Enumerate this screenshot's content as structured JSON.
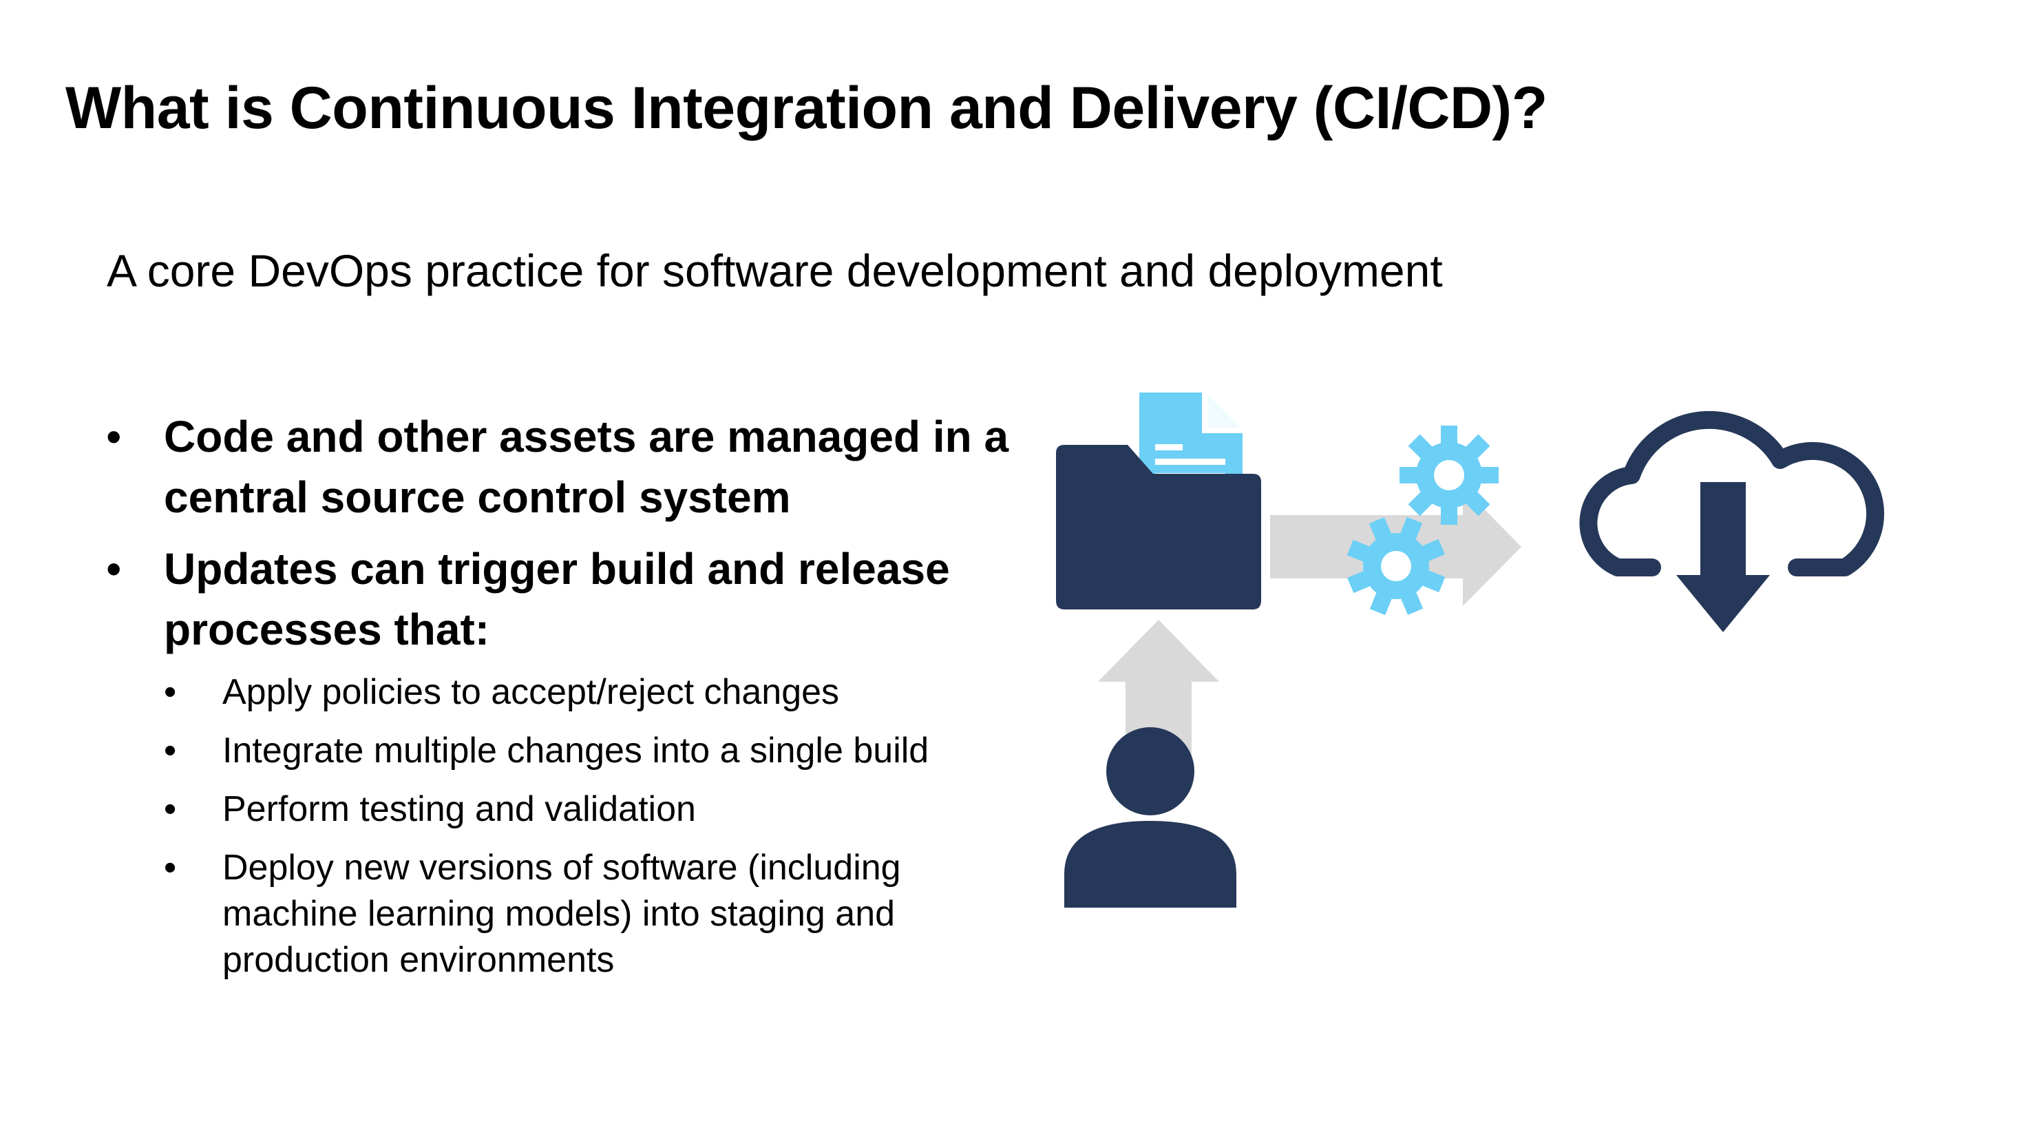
{
  "slide": {
    "title": "What is Continuous Integration and Delivery (CI/CD)?",
    "subtitle": "A core DevOps practice for software development and deployment",
    "bullets": [
      {
        "text": "Code and other assets are managed in a central source control system",
        "subbullets": []
      },
      {
        "text": "Updates can trigger build and release processes that:",
        "subbullets": [
          "Apply policies to accept/reject changes",
          "Integrate multiple changes into a single build",
          "Perform testing and validation",
          "Deploy new versions of software (including machine learning models) into staging and production environments"
        ]
      }
    ]
  },
  "diagram": {
    "icons": [
      "document-icon",
      "folder-icon",
      "gear-icon",
      "cloud-download-icon",
      "user-icon"
    ],
    "colors": {
      "navy": "#263859",
      "light_blue": "#6ccff6",
      "arrow_gray": "#d9d9d9"
    }
  }
}
